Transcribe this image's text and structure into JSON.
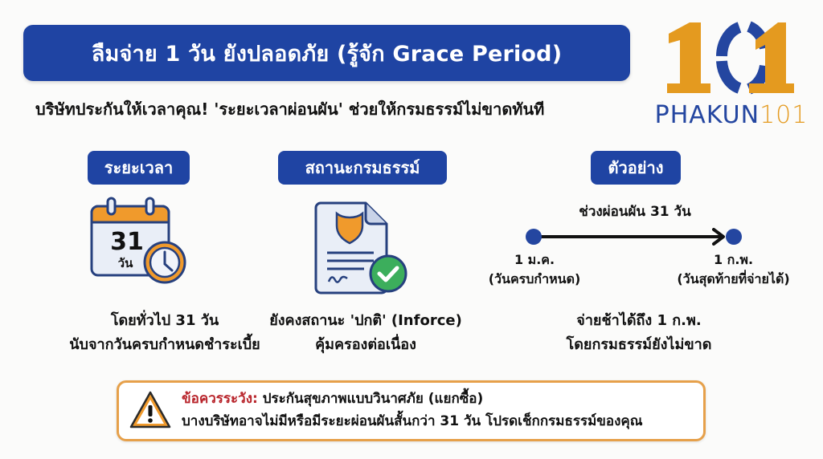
{
  "header": {
    "title": "ลืมจ่าย 1 วัน ยังปลอดภัย (รู้จัก Grace Period)",
    "subtitle": "บริษัทประกันให้เวลาคุณ! 'ระยะเวลาผ่อนผัน' ช่วยให้กรมธรรม์ไม่ขาดทันที"
  },
  "logo": {
    "mark": "101",
    "text_primary": "PHAKUN",
    "text_secondary": "101"
  },
  "colors": {
    "brand_blue": "#1f44a3",
    "brand_orange": "#e49a1f",
    "warning_red": "#b8242b",
    "success_green": "#3cae5c"
  },
  "columns": [
    {
      "heading": "ระยะเวลา",
      "icon": "calendar-clock-icon",
      "icon_day_number": "31",
      "icon_day_unit": "วัน",
      "lines": [
        "โดยทั่วไป 31 วัน",
        "นับจากวันครบกำหนดชำระเบี้ย"
      ]
    },
    {
      "heading": "สถานะกรมธรรม์",
      "icon": "policy-document-check-icon",
      "lines": [
        "ยังคงสถานะ 'ปกติ' (Inforce)",
        "คุ้มครองต่อเนื่อง"
      ]
    },
    {
      "heading": "ตัวอย่าง",
      "timeline": {
        "label": "ช่วงผ่อนผัน 31 วัน",
        "start_date": "1 ม.ค.",
        "start_note": "(วันครบกำหนด)",
        "end_date": "1 ก.พ.",
        "end_note": "(วันสุดท้ายที่จ่ายได้)"
      },
      "lines": [
        "จ่ายช้าได้ถึง 1 ก.พ.",
        "โดยกรมธรรม์ยังไม่ขาด"
      ]
    }
  ],
  "warning": {
    "icon": "warning-triangle-icon",
    "label": "ข้อควรระวัง:",
    "line1": " ประกันสุขภาพแบบวินาศภัย (แยกซื้อ)",
    "line2": "บางบริษัทอาจไม่มีหรือมีระยะผ่อนผันสั้นกว่า 31 วัน โปรดเช็กกรมธรรม์ของคุณ"
  }
}
